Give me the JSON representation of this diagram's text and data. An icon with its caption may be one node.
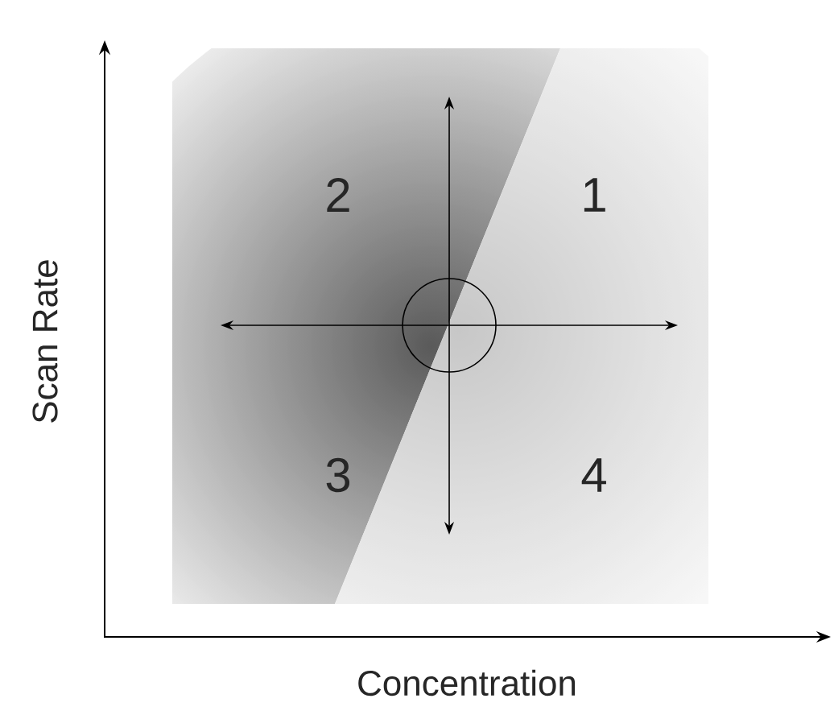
{
  "diagram": {
    "nodes": [
      {
        "text": [],
        "shape": "circle"
      }
    ],
    "labels": [
      "2",
      "1",
      "Scan Rate",
      "3",
      "4",
      "Concentration"
    ]
  }
}
